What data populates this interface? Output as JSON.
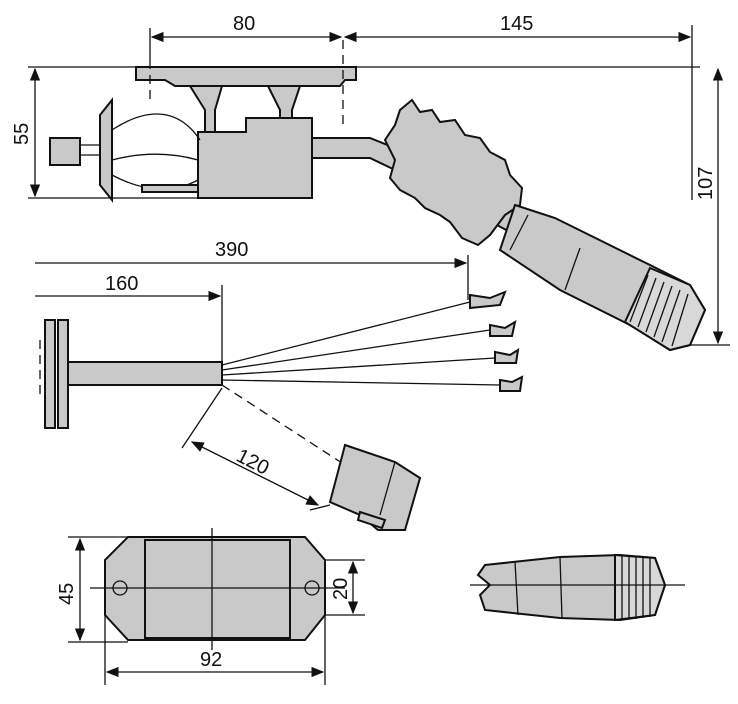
{
  "drawing": {
    "dimensions": {
      "top_width": "80",
      "top_offset": "145",
      "left_height": "55",
      "right_height": "107",
      "cable_total": "390",
      "cable_sheath": "160",
      "connector_lead": "120",
      "module_height": "45",
      "module_hole_height": "20",
      "module_width": "92"
    },
    "colors": {
      "part_fill": "#c9c9c9",
      "line": "#111111",
      "background": "#ffffff"
    }
  }
}
